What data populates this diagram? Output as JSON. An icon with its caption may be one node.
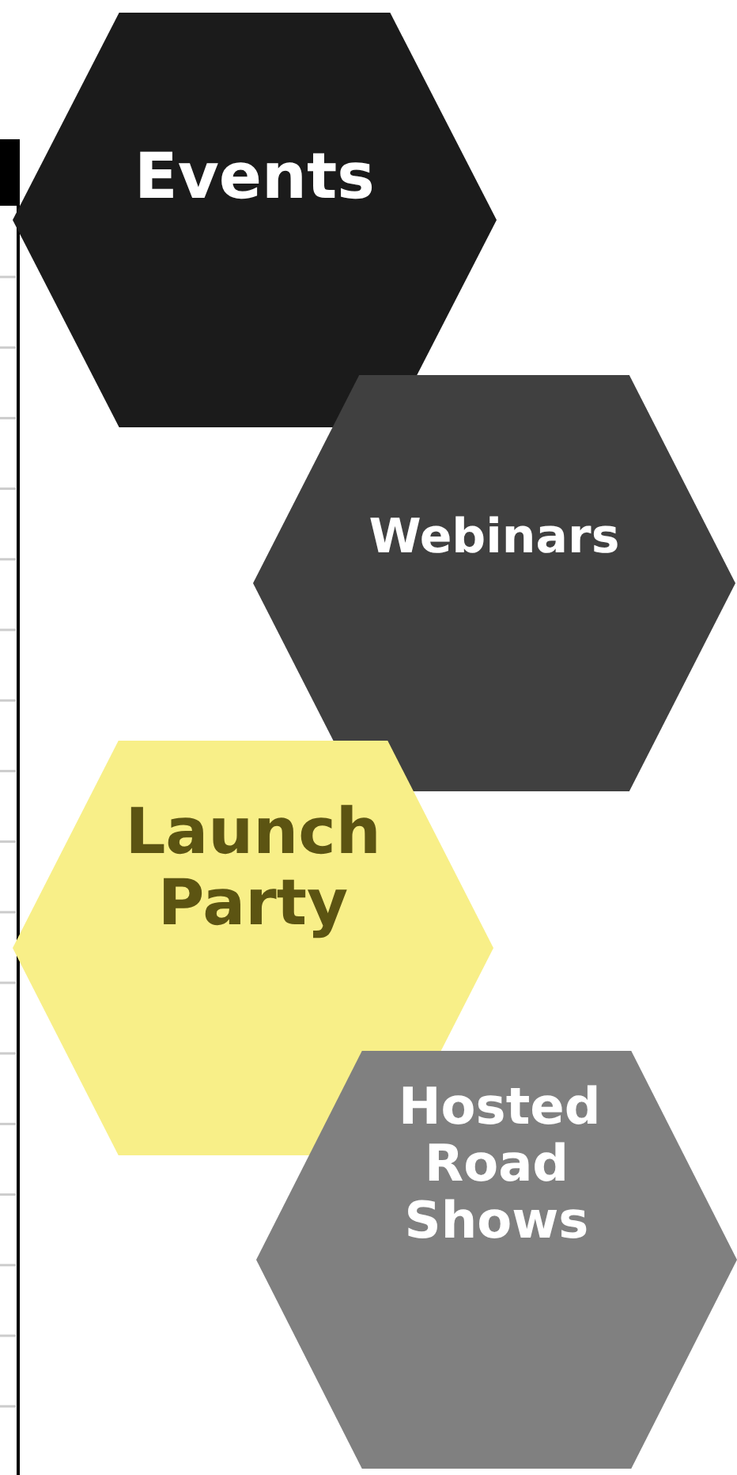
{
  "diagram": {
    "nodes": [
      {
        "text": [
          "Events"
        ]
      },
      {
        "text": [
          "Webinars"
        ]
      },
      {
        "text": [
          "Launch Party"
        ]
      },
      {
        "text": [
          "Hosted Road Shows"
        ]
      }
    ]
  }
}
